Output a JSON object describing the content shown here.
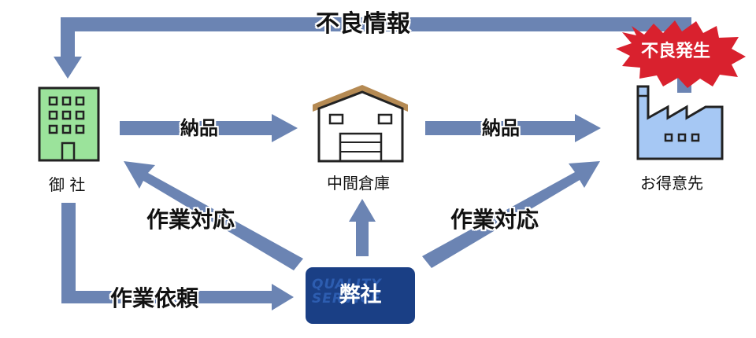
{
  "nodes": {
    "our_company": "弊社",
    "our_company_watermark": "QUALITY SERVICE",
    "client": "御 社",
    "warehouse": "中間倉庫",
    "customer": "お得意先"
  },
  "arrows": {
    "defect_info": "不良情報",
    "delivery_to_warehouse": "納品",
    "delivery_to_customer": "納品",
    "work_response_left": "作業対応",
    "work_response_right": "作業対応",
    "work_request": "作業依頼"
  },
  "badge": {
    "defect_occurrence": "不良発生"
  },
  "colors": {
    "arrow": "#6b84b3",
    "building_green": "#9be39b",
    "factory_blue": "#a6c8f4",
    "roof_brown": "#b58a53",
    "our_box": "#1a3f85",
    "burst_red": "#d9212e"
  }
}
